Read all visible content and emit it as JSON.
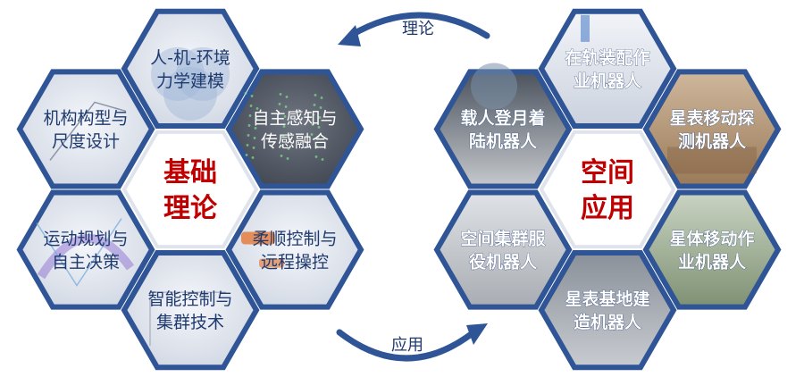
{
  "colors": {
    "hex_border": "#2f5597",
    "left_gap": "#c9ced8",
    "center_red": "#c00000",
    "text_blue": "#1f3a6e"
  },
  "left": {
    "center": [
      "基础",
      "理论"
    ],
    "cells": [
      {
        "lines": [
          "人-机-环境",
          "力学建模"
        ]
      },
      {
        "lines": [
          "自主感知与",
          "传感融合"
        ]
      },
      {
        "lines": [
          "柔顺控制与",
          "远程操控"
        ]
      },
      {
        "lines": [
          "智能控制与",
          "集群技术"
        ]
      },
      {
        "lines": [
          "运动规划与",
          "自主决策"
        ]
      },
      {
        "lines": [
          "机构构型与",
          "尺度设计"
        ]
      }
    ]
  },
  "right": {
    "center": [
      "空间",
      "应用"
    ],
    "cells": [
      {
        "lines": [
          "在轨装配作",
          "业机器人"
        ]
      },
      {
        "lines": [
          "星表移动探",
          "测机器人"
        ]
      },
      {
        "lines": [
          "星体移动作",
          "业机器人"
        ]
      },
      {
        "lines": [
          "星表基地建",
          "造机器人"
        ]
      },
      {
        "lines": [
          "空间集群服",
          "役机器人"
        ]
      },
      {
        "lines": [
          "载人登月着",
          "陆机器人"
        ]
      }
    ]
  },
  "arrows": {
    "top_label": "理论",
    "bottom_label": "应用"
  }
}
